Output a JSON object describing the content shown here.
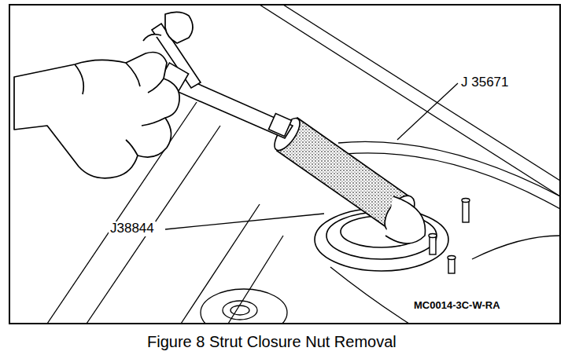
{
  "diagram": {
    "caption": "Figure 8 Strut Closure Nut Removal",
    "labels": [
      "J 35671",
      "J38844",
      "MC0014-3C-W-RA"
    ]
  }
}
